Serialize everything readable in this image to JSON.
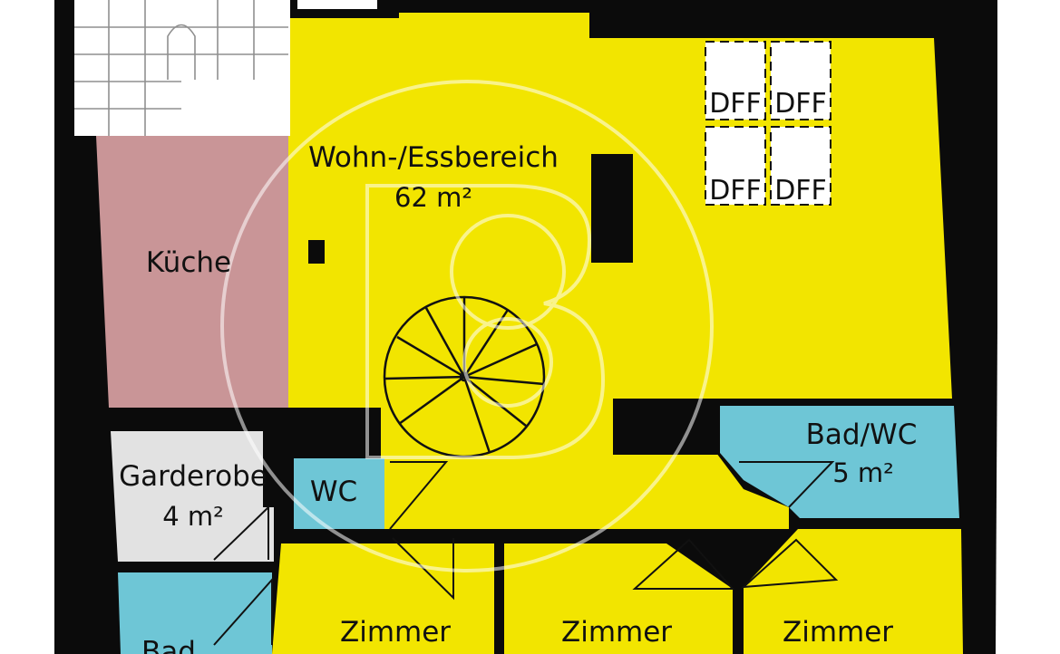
{
  "colors": {
    "wall": "#0b0b0b",
    "living": "#f2e500",
    "kitchen": "#c99597",
    "bath": "#6ec6d6",
    "wardrobe": "#e2e2e2",
    "stairs": "#ffffff",
    "watermark": "#ffffff"
  },
  "rooms": {
    "living": {
      "name": "Wohn-/Essbereich",
      "area": "62 m²"
    },
    "kitchen": {
      "name": "Küche"
    },
    "wardrobe": {
      "name": "Garderobe",
      "area": "4 m²"
    },
    "wc": {
      "name": "WC"
    },
    "bath_wc": {
      "name": "Bad/WC",
      "area": "5 m²"
    },
    "bath": {
      "name": "Bad"
    },
    "room_1": {
      "name": "Zimmer"
    },
    "room_2": {
      "name": "Zimmer"
    },
    "room_3": {
      "name": "Zimmer"
    }
  },
  "skylights": [
    {
      "label": "DFF"
    },
    {
      "label": "DFF"
    },
    {
      "label": "DFF"
    },
    {
      "label": "DFF"
    }
  ],
  "icons": {
    "watermark": "brand-b-logo-icon",
    "spiral_stair": "spiral-staircase-icon",
    "straight_stair": "winder-staircase-icon"
  }
}
